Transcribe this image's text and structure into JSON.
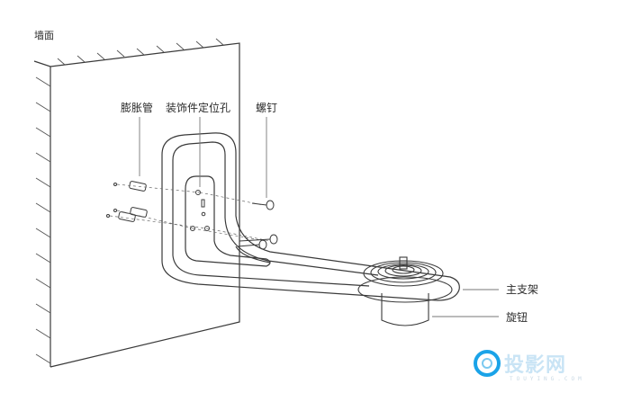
{
  "labels": {
    "wall": "墙面",
    "expansion_tube": "膨胀管",
    "trim_locating_hole": "装饰件定位孔",
    "screw": "螺钉",
    "main_bracket": "主支架",
    "knob": "旋钮"
  },
  "watermark": {
    "brand": "投影网",
    "domain": "TOUYING.COM",
    "color": "#1aa3e8"
  },
  "colors": {
    "line": "#3a3a3a",
    "leader": "#777777"
  }
}
